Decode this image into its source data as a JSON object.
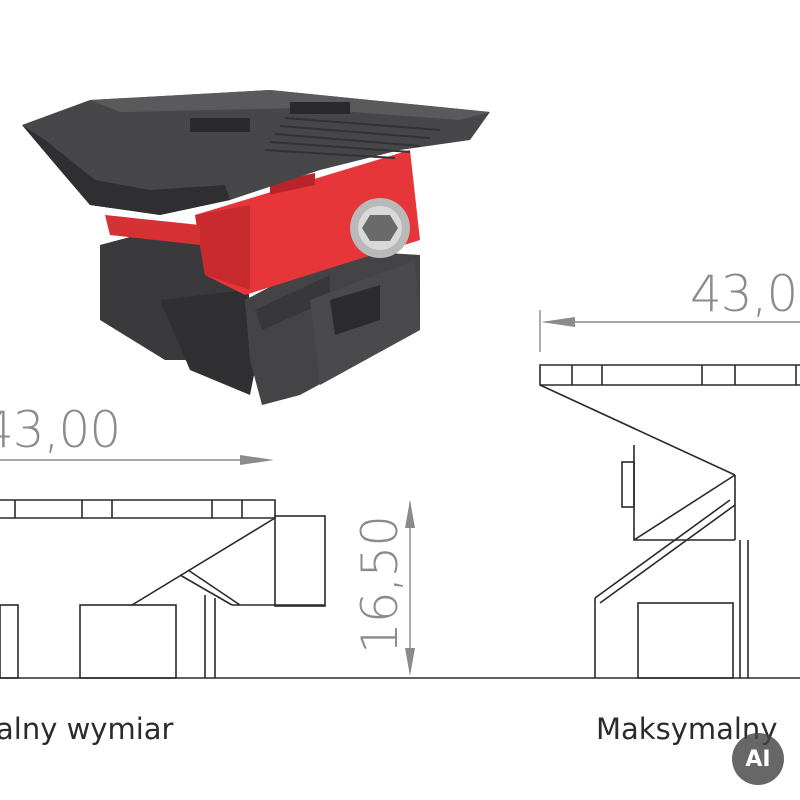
{
  "dimensions": {
    "width_left": "43,00",
    "width_right": "43,0",
    "height": "16,50"
  },
  "captions": {
    "left": "alny wymiar",
    "right": "Maksymalny"
  },
  "badge": {
    "label": "AI"
  },
  "colors": {
    "part_dark": "#3c3c3e",
    "part_red": "#e8363a",
    "line": "#2a2a2a",
    "dimension": "#8b8b8b"
  }
}
